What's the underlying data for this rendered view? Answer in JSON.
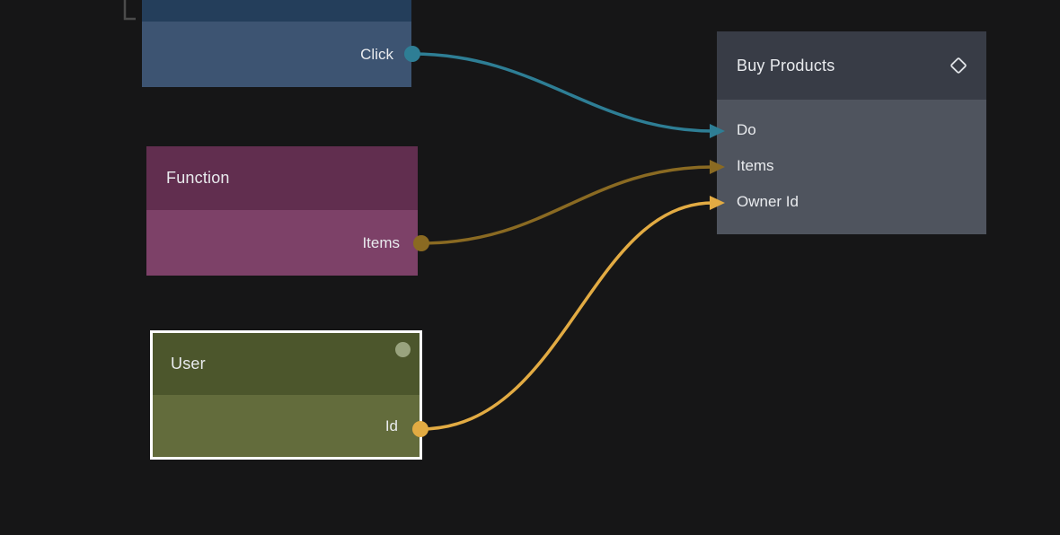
{
  "canvas": {
    "background": "#161617",
    "selection_corner_color": "#4b4b4b"
  },
  "colors": {
    "text": "#e9ebee",
    "onclick_header": "#243e5b",
    "onclick_body": "#3d5472",
    "function_header": "#612e4f",
    "function_body": "#7d4168",
    "user_header": "#4c562c",
    "user_body": "#636c3c",
    "user_status_dot": "#99a37e",
    "buy_header": "#383c46",
    "buy_body": "#4f545e",
    "selection_border": "#ffffff",
    "wire_teal": "#2e7e95",
    "wire_gold_dark": "#8a6a22",
    "wire_gold": "#e2ab43"
  },
  "nodes": {
    "onclick": {
      "output_port": "Click"
    },
    "function": {
      "title": "Function",
      "output_port": "Items"
    },
    "user": {
      "title": "User",
      "output_port": "Id",
      "selected": true
    },
    "buy_products": {
      "title": "Buy Products",
      "icon": "diamond-icon",
      "input_ports": [
        "Do",
        "Items",
        "Owner Id"
      ]
    }
  },
  "connections": [
    {
      "from_node": "onclick",
      "from_port": "Click",
      "to_node": "buy_products",
      "to_port": "Do",
      "color": "#2e7e95"
    },
    {
      "from_node": "function",
      "from_port": "Items",
      "to_node": "buy_products",
      "to_port": "Items",
      "color": "#8a6a22"
    },
    {
      "from_node": "user",
      "from_port": "Id",
      "to_node": "buy_products",
      "to_port": "Owner Id",
      "color": "#e2ab43"
    }
  ]
}
